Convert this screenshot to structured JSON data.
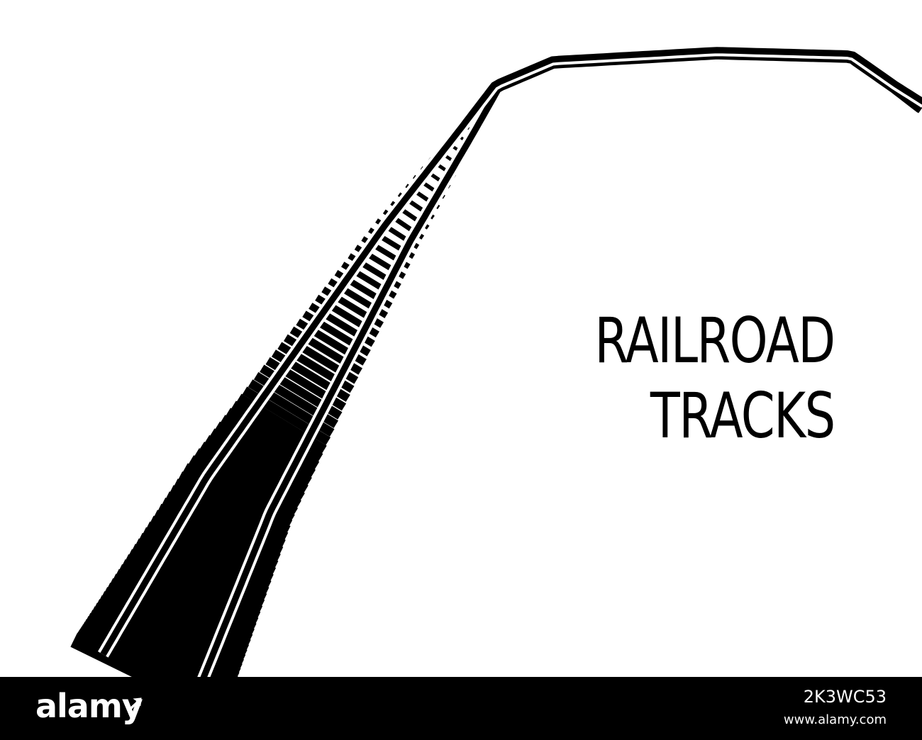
{
  "illustration": {
    "subject": "railroad-track",
    "ink_color": "#000000",
    "background_color": "#ffffff"
  },
  "headline": {
    "line1": "RAILROAD",
    "line2": "TRACKS"
  },
  "footer": {
    "brand": "alamy",
    "image_id": "2K3WC53",
    "url": "www.alamy.com",
    "background_color": "#000000",
    "text_color": "#ffffff"
  }
}
